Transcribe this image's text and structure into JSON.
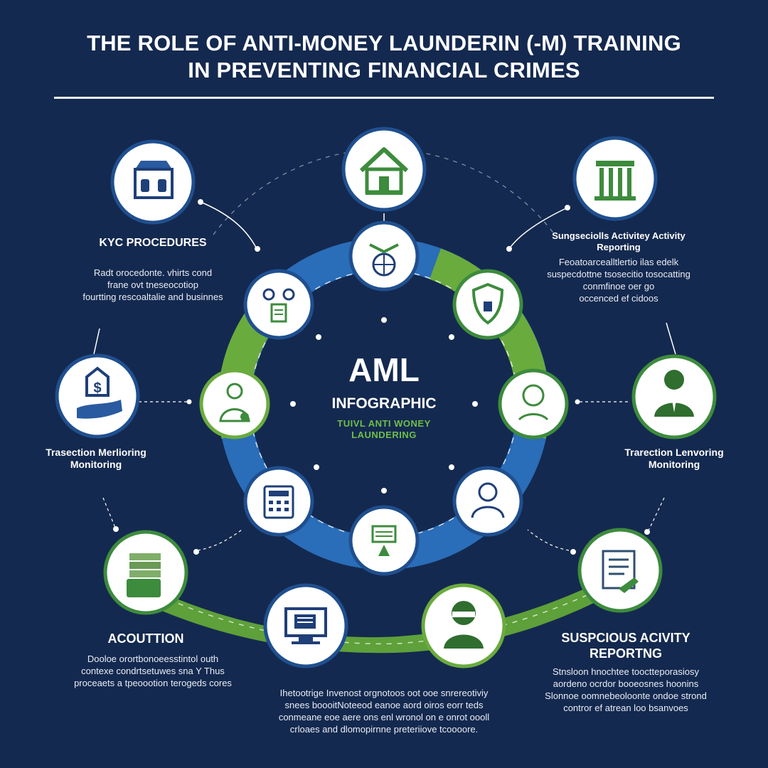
{
  "header": {
    "title_line1": "THE ROLE OF ANTI-MONEY LAUNDERIN (-M) TRAINING",
    "title_line2": "IN PREVENTING FINANCIAL CRIMES"
  },
  "center": {
    "title": "AML",
    "subtitle": "INFOGRAPHIC",
    "tag_line1": "TUIVL ANTI WONEY",
    "tag_line2": "LAUNDERING"
  },
  "sections": {
    "kyc": {
      "label": "KYC PROCEDURES",
      "desc": [
        "Radt orocedonte. vhirts cond",
        "frane ovt tneseocotiop",
        "fourtting rescoaltalie and businnes"
      ]
    },
    "sar_top": {
      "label_lines": [
        "Sungseciolls Activitey Activity",
        "Reporting"
      ],
      "desc": [
        "Feoatoarcealltlertio ilas edelk",
        "suspecdottne tsosecitio tosocatting",
        "conmfinoe oer go",
        "occenced ef cidoos"
      ]
    },
    "tm_left": {
      "label_lines": [
        "Trasection Merlioring",
        "Monitoring"
      ]
    },
    "tm_right": {
      "label_lines": [
        "Trarection Lenvoring",
        "Monitoring"
      ]
    },
    "acquisition": {
      "label": "ACOUTTION",
      "desc": [
        "Dooloe orortbonoeesstintol outh",
        "contexe condrtsetuwes sna Y Thus",
        "proceaets a tpeoootion terogeds cores"
      ]
    },
    "sar_bottom": {
      "label_lines": [
        "SUSPCIOUS ACIVITY",
        "REPORTNG"
      ],
      "desc": [
        "Stnsloon hnochtee tooctteporasiosy",
        "aordeno ocrdor booeosnes hoonins",
        "Slonnoe oomnebeoloonte ondoe strond",
        "contror ef atrean loo bsanvoes"
      ]
    },
    "bottom_center": {
      "desc": [
        "Ihetootrige Invenost orgnotoos oot ooe snrereotiviy",
        "snees boooitNoteeod eanoe aord oiros eorr teds",
        "conmeane eoe aere ons enl wronol on e onrot oooll",
        "crloaes and dlomopirnne preteriiove tcoooore."
      ]
    }
  },
  "icons": {
    "top_center": "house-icon",
    "top_left": "storefront-icon",
    "top_right": "bank-building-icon",
    "mid_left": "money-hand-icon",
    "mid_right": "person-suit-icon",
    "bottom_left": "cash-stack-icon",
    "bottom_right": "report-document-icon",
    "bottom_mid_left": "computer-monitor-icon",
    "bottom_mid_right": "person-mask-icon",
    "ring_top": "globe-handshake-icon",
    "ring_top_left": "people-network-icon",
    "ring_top_right": "shield-lock-icon",
    "ring_left": "criminal-money-icon",
    "ring_right": "pass-badge-icon",
    "ring_bottom_left": "calculator-icon",
    "ring_bottom_right": "analyst-person-icon",
    "ring_bottom": "certificate-podium-icon"
  },
  "colors": {
    "background": "#14294f",
    "ring_blue": "#2a6db8",
    "ring_green": "#6aab3e",
    "icon_green": "#3d8b3d",
    "circle_white": "#ffffff",
    "border_navy": "#1f4f8f"
  }
}
